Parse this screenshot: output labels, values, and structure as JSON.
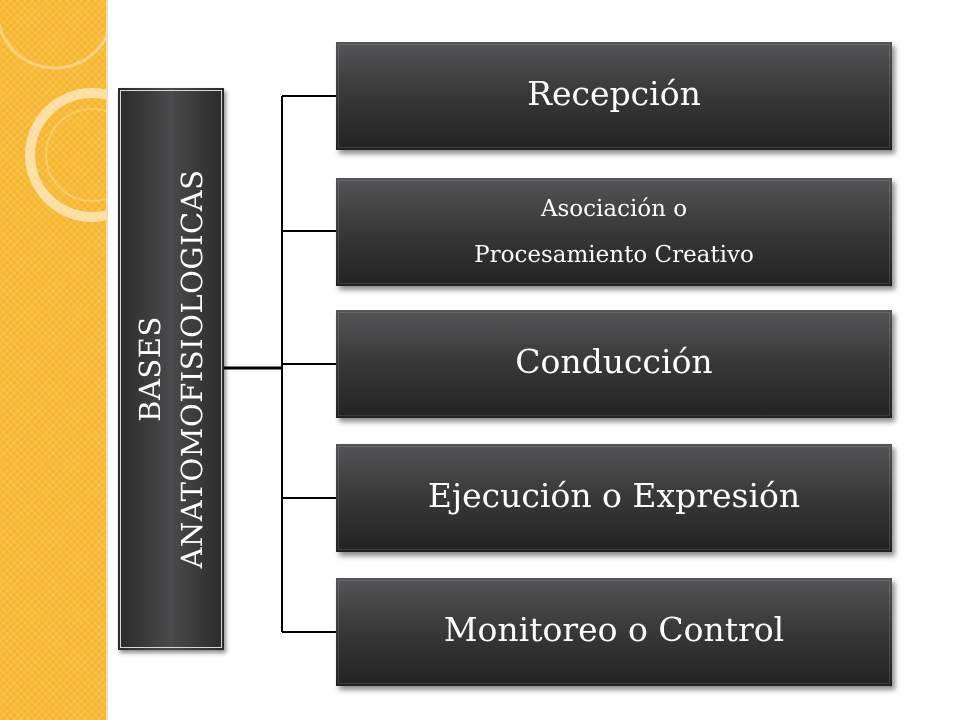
{
  "diagram": {
    "root": {
      "line1": "BASES",
      "line2": "ANATOMOFISIOLOGICAS"
    },
    "children": [
      {
        "line1": "Recepción"
      },
      {
        "line1": "Asociación o",
        "line2": "Procesamiento Creativo"
      },
      {
        "line1": "Conducción"
      },
      {
        "line1": "Ejecución o Expresión"
      },
      {
        "line1": "Monitoreo o Control"
      }
    ]
  },
  "colors": {
    "accent_strip": "#f6b52a",
    "box_dark": "#333333",
    "text": "#ffffff",
    "connector": "#000000"
  }
}
